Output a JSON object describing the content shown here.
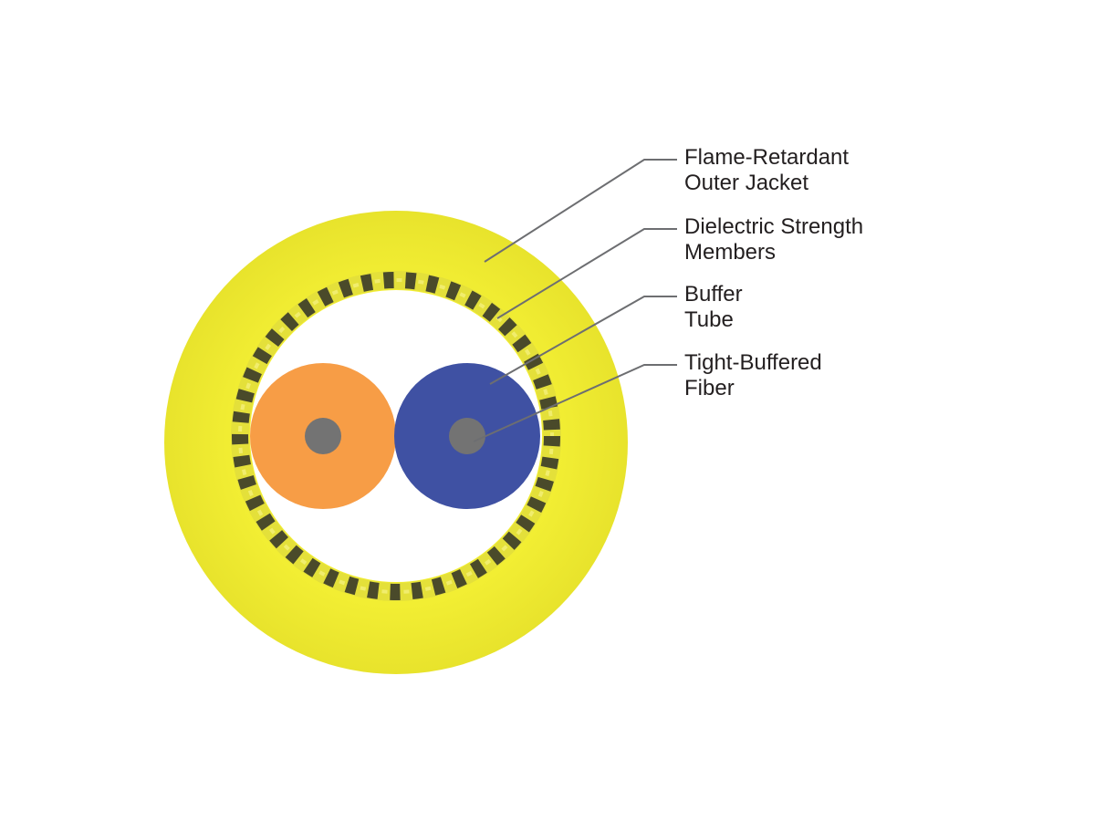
{
  "colors": {
    "background": "#ffffff",
    "outer_jacket": "#f2ee33",
    "strength_members_dark": "#4a4a2a",
    "strength_members_light": "#e4e03a",
    "buffer_tube": "#ffffff",
    "fiber_orange": "#f79d46",
    "fiber_blue": "#3f51a3",
    "fiber_core": "#737373",
    "leader_line": "#6d6e71",
    "label_text": "#231f20"
  },
  "callouts": [
    {
      "line1": "Flame-Retardant",
      "line2": "Outer Jacket"
    },
    {
      "line1": "Dielectric Strength",
      "line2": "Members"
    },
    {
      "line1": "Buffer",
      "line2": "Tube"
    },
    {
      "line1": "Tight-Buffered",
      "line2": "Fiber"
    }
  ]
}
